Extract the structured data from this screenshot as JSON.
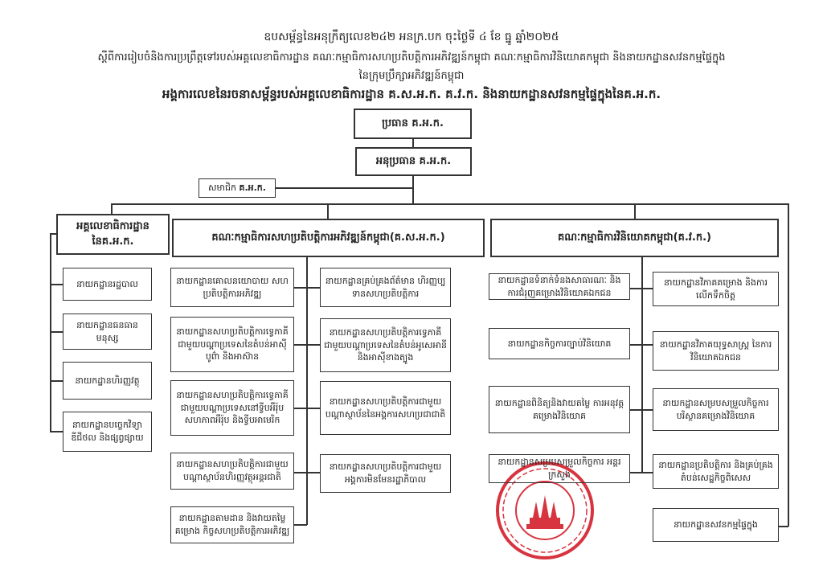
{
  "header": {
    "line1": "ឧបសម្ព័ន្ធនៃអនុក្រឹត្យលេខ២៤២ អនក្រ.បក ចុះថ្ងៃទី ៤ ខែ ធ្នូ ឆ្នាំ២០២៥",
    "line2": "ស្តីពីការរៀបចំនិងការប្រព្រឹត្តទៅរបស់អគ្គលេខាធិការដ្ឋាន គណៈកម្មាធិការសហប្រតិបត្តិការអភិវឌ្ឍន៍កម្ពុជា គណៈកម្មាធិការវិនិយោគកម្ពុជា និងនាយកដ្ឋានសវនកម្មផ្ទៃក្នុង",
    "line3": "នៃក្រុមប្រឹក្សាអភិវឌ្ឍន៍កម្ពុជា",
    "title": "អង្គការលេខនៃរចនាសម្ព័ន្ធរបស់អគ្គលេខាធិការដ្ឋាន គ.ស.អ.ក. គ.វ.ក. និងនាយកដ្ឋានសវនកម្មផ្ទៃក្នុងនៃគ.អ.ក."
  },
  "top": {
    "chairman": "ប្រធាន គ.អ.ក.",
    "vice_chairman": "អនុប្រធាន គ.អ.ក.",
    "member_prefix": "សមាជិក",
    "member_suffix": "គ.អ.ក."
  },
  "secretariat": {
    "title": "អគ្គលេខាធិការដ្ឋាន នៃគ.អ.ក.",
    "departments": [
      "នាយកដ្ឋានរដ្ឋបាល",
      "នាយកដ្ឋានធនធានមនុស្ស",
      "នាយកដ្ឋានហិរញ្ញវត្ថុ",
      "នាយកដ្ឋានបច្ចេកវិទ្យា ឌីជីថល និងផ្សព្វផ្សាយ"
    ]
  },
  "crdb": {
    "title": "គណៈកម្មាធិការសហប្រតិបត្តិការអភិវឌ្ឍន៍កម្ពុជា(គ.ស.អ.ក.)",
    "left": [
      "នាយកដ្ឋានគោលនយោបាយ សហប្រតិបត្តិការអភិវឌ្ឍ",
      "នាយកដ្ឋានសហប្រតិបត្តិការទ្វេភាគី ជាមួយបណ្តាប្រទេសនៃតំបន់អាស៊ីបូព៌ា និងអាស៊ាន",
      "នាយកដ្ឋានសហប្រតិបត្តិការទ្វេភាគី ជាមួយបណ្តាប្រទេសនៅទ្វីបអឺរ៉ុប សហភាពអឺរ៉ុប និងទ្វីបអាមេរិក",
      "នាយកដ្ឋានសហប្រតិបត្តិការជាមួយ បណ្តាស្ថាប័នហិរញ្ញវត្ថុអន្តរជាតិ",
      "នាយកដ្ឋានតាមដាន និងវាយតម្លៃគម្រោង កិច្ចសហប្រតិបត្តិការអភិវឌ្ឍ"
    ],
    "right": [
      "នាយកដ្ឋានគ្រប់គ្រងព័ត៌មាន ហិរញ្ញប្បទានសហប្រតិបត្តិការ",
      "នាយកដ្ឋានសហប្រតិបត្តិការទ្វេភាគី ជាមួយបណ្តាប្រទេសនៃតំបន់អូសេអានី និងអាស៊ីខាងត្បូង",
      "នាយកដ្ឋានសហប្រតិបត្តិការជាមួយ បណ្តាស្ថាប័ននៃអង្គការសហប្រជាជាតិ",
      "នាយកដ្ឋានសហប្រតិបត្តិការជាមួយ អង្គការមិនមែនរដ្ឋាភិបាល"
    ]
  },
  "cib": {
    "title": "គណៈកម្មាធិការវិនិយោគកម្ពុជា(គ.វ.ក.)",
    "left": [
      "នាយកដ្ឋានទំនាក់ទំនងសាធារណៈ និងការជំរុញគម្រោងវិនិយោគឯកជន",
      "នាយកដ្ឋានកិច្ចការច្បាប់វិនិយោគ",
      "នាយកដ្ឋានពិនិត្យនិងវាយតម្លៃ ការអនុវត្តគម្រោងវិនិយោគ",
      "នាយកដ្ឋានសម្របសម្រួលកិច្ចការ អន្តរក្រសួង"
    ],
    "right": [
      "នាយកដ្ឋានវិភាគគម្រោង និងការលើកទឹកចិត្ត",
      "នាយកដ្ឋានវិភាគយុទ្ធសាស្ត្រ នៃការវិនិយោគឯកជន",
      "នាយកដ្ឋានសម្របសម្រួលកិច្ចការ បរិស្ថានគម្រោងវិនិយោគ",
      "នាយកដ្ឋានប្រតិបត្តិការ និងគ្រប់គ្រងតំបន់សេដ្ឋកិច្ចពិសេស"
    ]
  },
  "internal_audit": "នាយកដ្ឋានសវនកម្មផ្ទៃក្នុង",
  "colors": {
    "stamp": "#d8343f",
    "line": "#333333"
  }
}
